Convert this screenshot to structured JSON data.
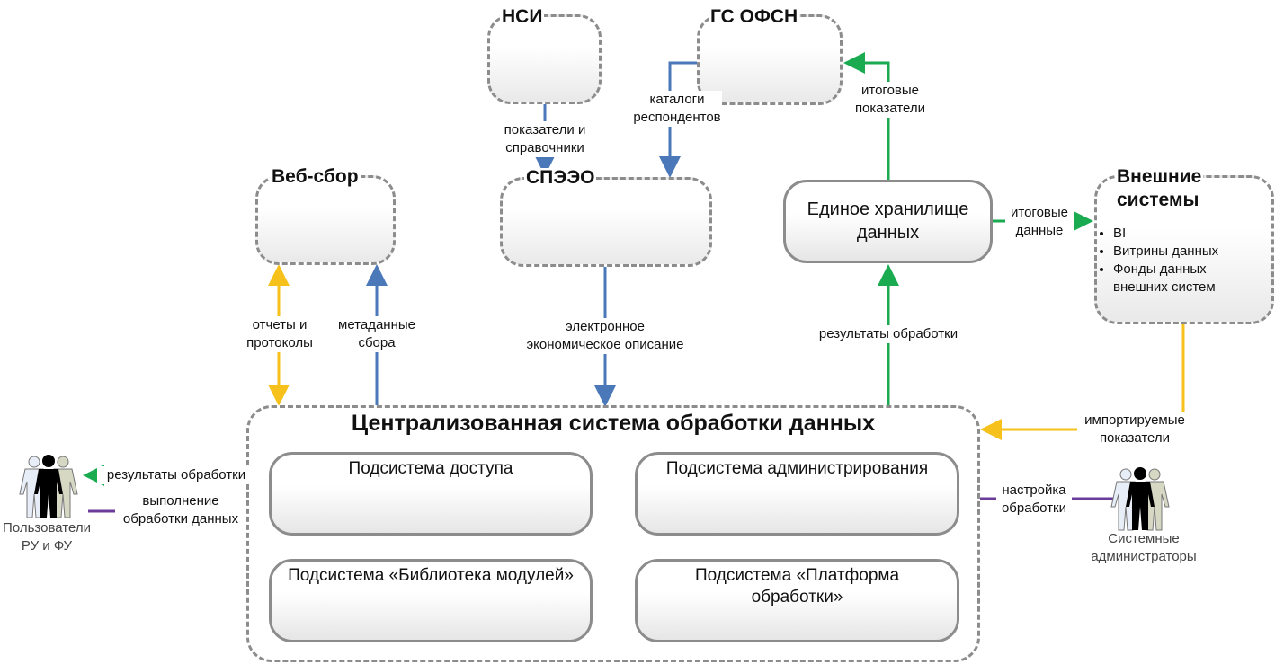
{
  "diagram": {
    "title": "Централизованная система обработки данных",
    "nodes": {
      "nsi": {
        "title": "НСИ"
      },
      "gs_ofsn": {
        "title": "ГС ОФСН"
      },
      "web_sbor": {
        "title": "Веб-сбор"
      },
      "speeo": {
        "title": "СПЭЭО"
      },
      "edw": {
        "title_line1": "Единое хранилище",
        "title_line2": "данных"
      },
      "external": {
        "title_line1": "Внешние",
        "title_line2": "системы",
        "items": [
          "BI",
          "Витрины данных",
          "Фонды данных",
          "внешних систем"
        ]
      },
      "central": {
        "title": "Централизованная система обработки данных",
        "subsystems": [
          {
            "title": "Подсистема доступа"
          },
          {
            "title": "Подсистема администрирования"
          },
          {
            "title": "Подсистема «Библиотека модулей»"
          },
          {
            "title_line1": "Подсистема «Платформа",
            "title_line2": "обработки»"
          }
        ]
      }
    },
    "actors": {
      "users": {
        "line1": "Пользователи",
        "line2": "РУ и ФУ"
      },
      "admins": {
        "line1": "Системные",
        "line2": "администраторы"
      }
    },
    "edges": {
      "nsi_to_speeo": {
        "line1": "показатели и",
        "line2": "справочники"
      },
      "gs_to_speeo": {
        "line1": "каталоги",
        "line2": "респондентов"
      },
      "edw_to_gs": {
        "line1": "итоговые",
        "line2": "показатели"
      },
      "edw_to_external": {
        "line1": "итоговые",
        "line2": "данные"
      },
      "reports": {
        "line1": "отчеты и",
        "line2": "протоколы"
      },
      "metadata": {
        "line1": "метаданные",
        "line2": "сбора"
      },
      "eeo": {
        "line1": "электронное",
        "line2": "экономическое описание"
      },
      "results_to_edw": {
        "line1": "результаты обработки"
      },
      "imported": {
        "line1": "импортируемые",
        "line2": "показатели"
      },
      "results_to_users": {
        "line1": "результаты обработки"
      },
      "exec_processing": {
        "line1": "выполнение",
        "line2": "обработки данных"
      },
      "admin_setup": {
        "line1": "настройка",
        "line2": "обработки"
      }
    },
    "colors": {
      "blue": "#4a78b8",
      "green": "#1aaa50",
      "yellow": "#f5c11a",
      "purple": "#6a3b98",
      "border_gray": "#8c8c8c"
    }
  }
}
